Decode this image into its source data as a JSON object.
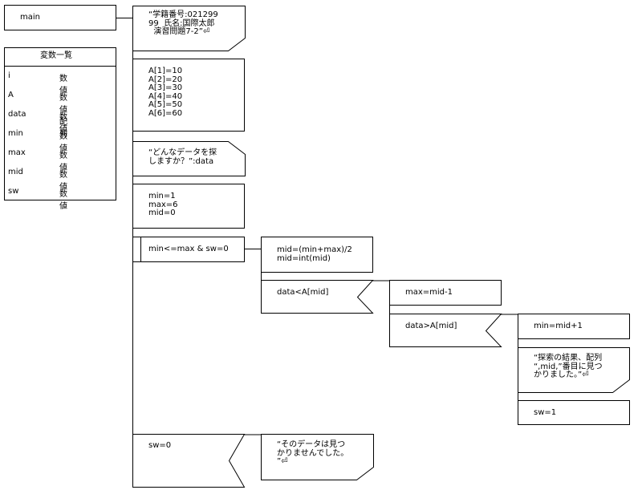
{
  "main": {
    "label": "main"
  },
  "variables": {
    "title": "変数一覧",
    "rows": [
      {
        "name": "i",
        "type": "数値"
      },
      {
        "name": "A",
        "type": "数値配列"
      },
      {
        "name": "data",
        "type": "数値"
      },
      {
        "name": "min",
        "type": "数値"
      },
      {
        "name": "max",
        "type": "数値"
      },
      {
        "name": "mid",
        "type": "数値"
      },
      {
        "name": "sw",
        "type": "数値"
      }
    ]
  },
  "flow": {
    "print_header": "“学籍番号:021299\n99  氏名:国際太郎\n  演習問題7-2”⏎",
    "array_init": "A[1]=10\nA[2]=20\nA[3]=30\nA[4]=40\nA[5]=50\nA[6]=60",
    "input_prompt": "“どんなデータを探\nしますか？”:data",
    "init_vars": "min=1\nmax=6\nmid=0",
    "loop_condition": "min<=max & sw=0",
    "calc_mid": "mid=(min+max)/2\nmid=int(mid)",
    "branch1_condition": "data<A[mid]",
    "branch1_action": "max=mid-1",
    "branch2_condition": "data>A[mid]",
    "branch2_action": "min=mid+1",
    "found_message": "“探索の結果、配列\n“,mid,”番目に見つ\nかりました。”⏎",
    "set_sw": "sw=1",
    "sw_condition": "sw=0",
    "not_found_message": "“そのデータは見つ\nかりませんでした。\n”⏎"
  }
}
